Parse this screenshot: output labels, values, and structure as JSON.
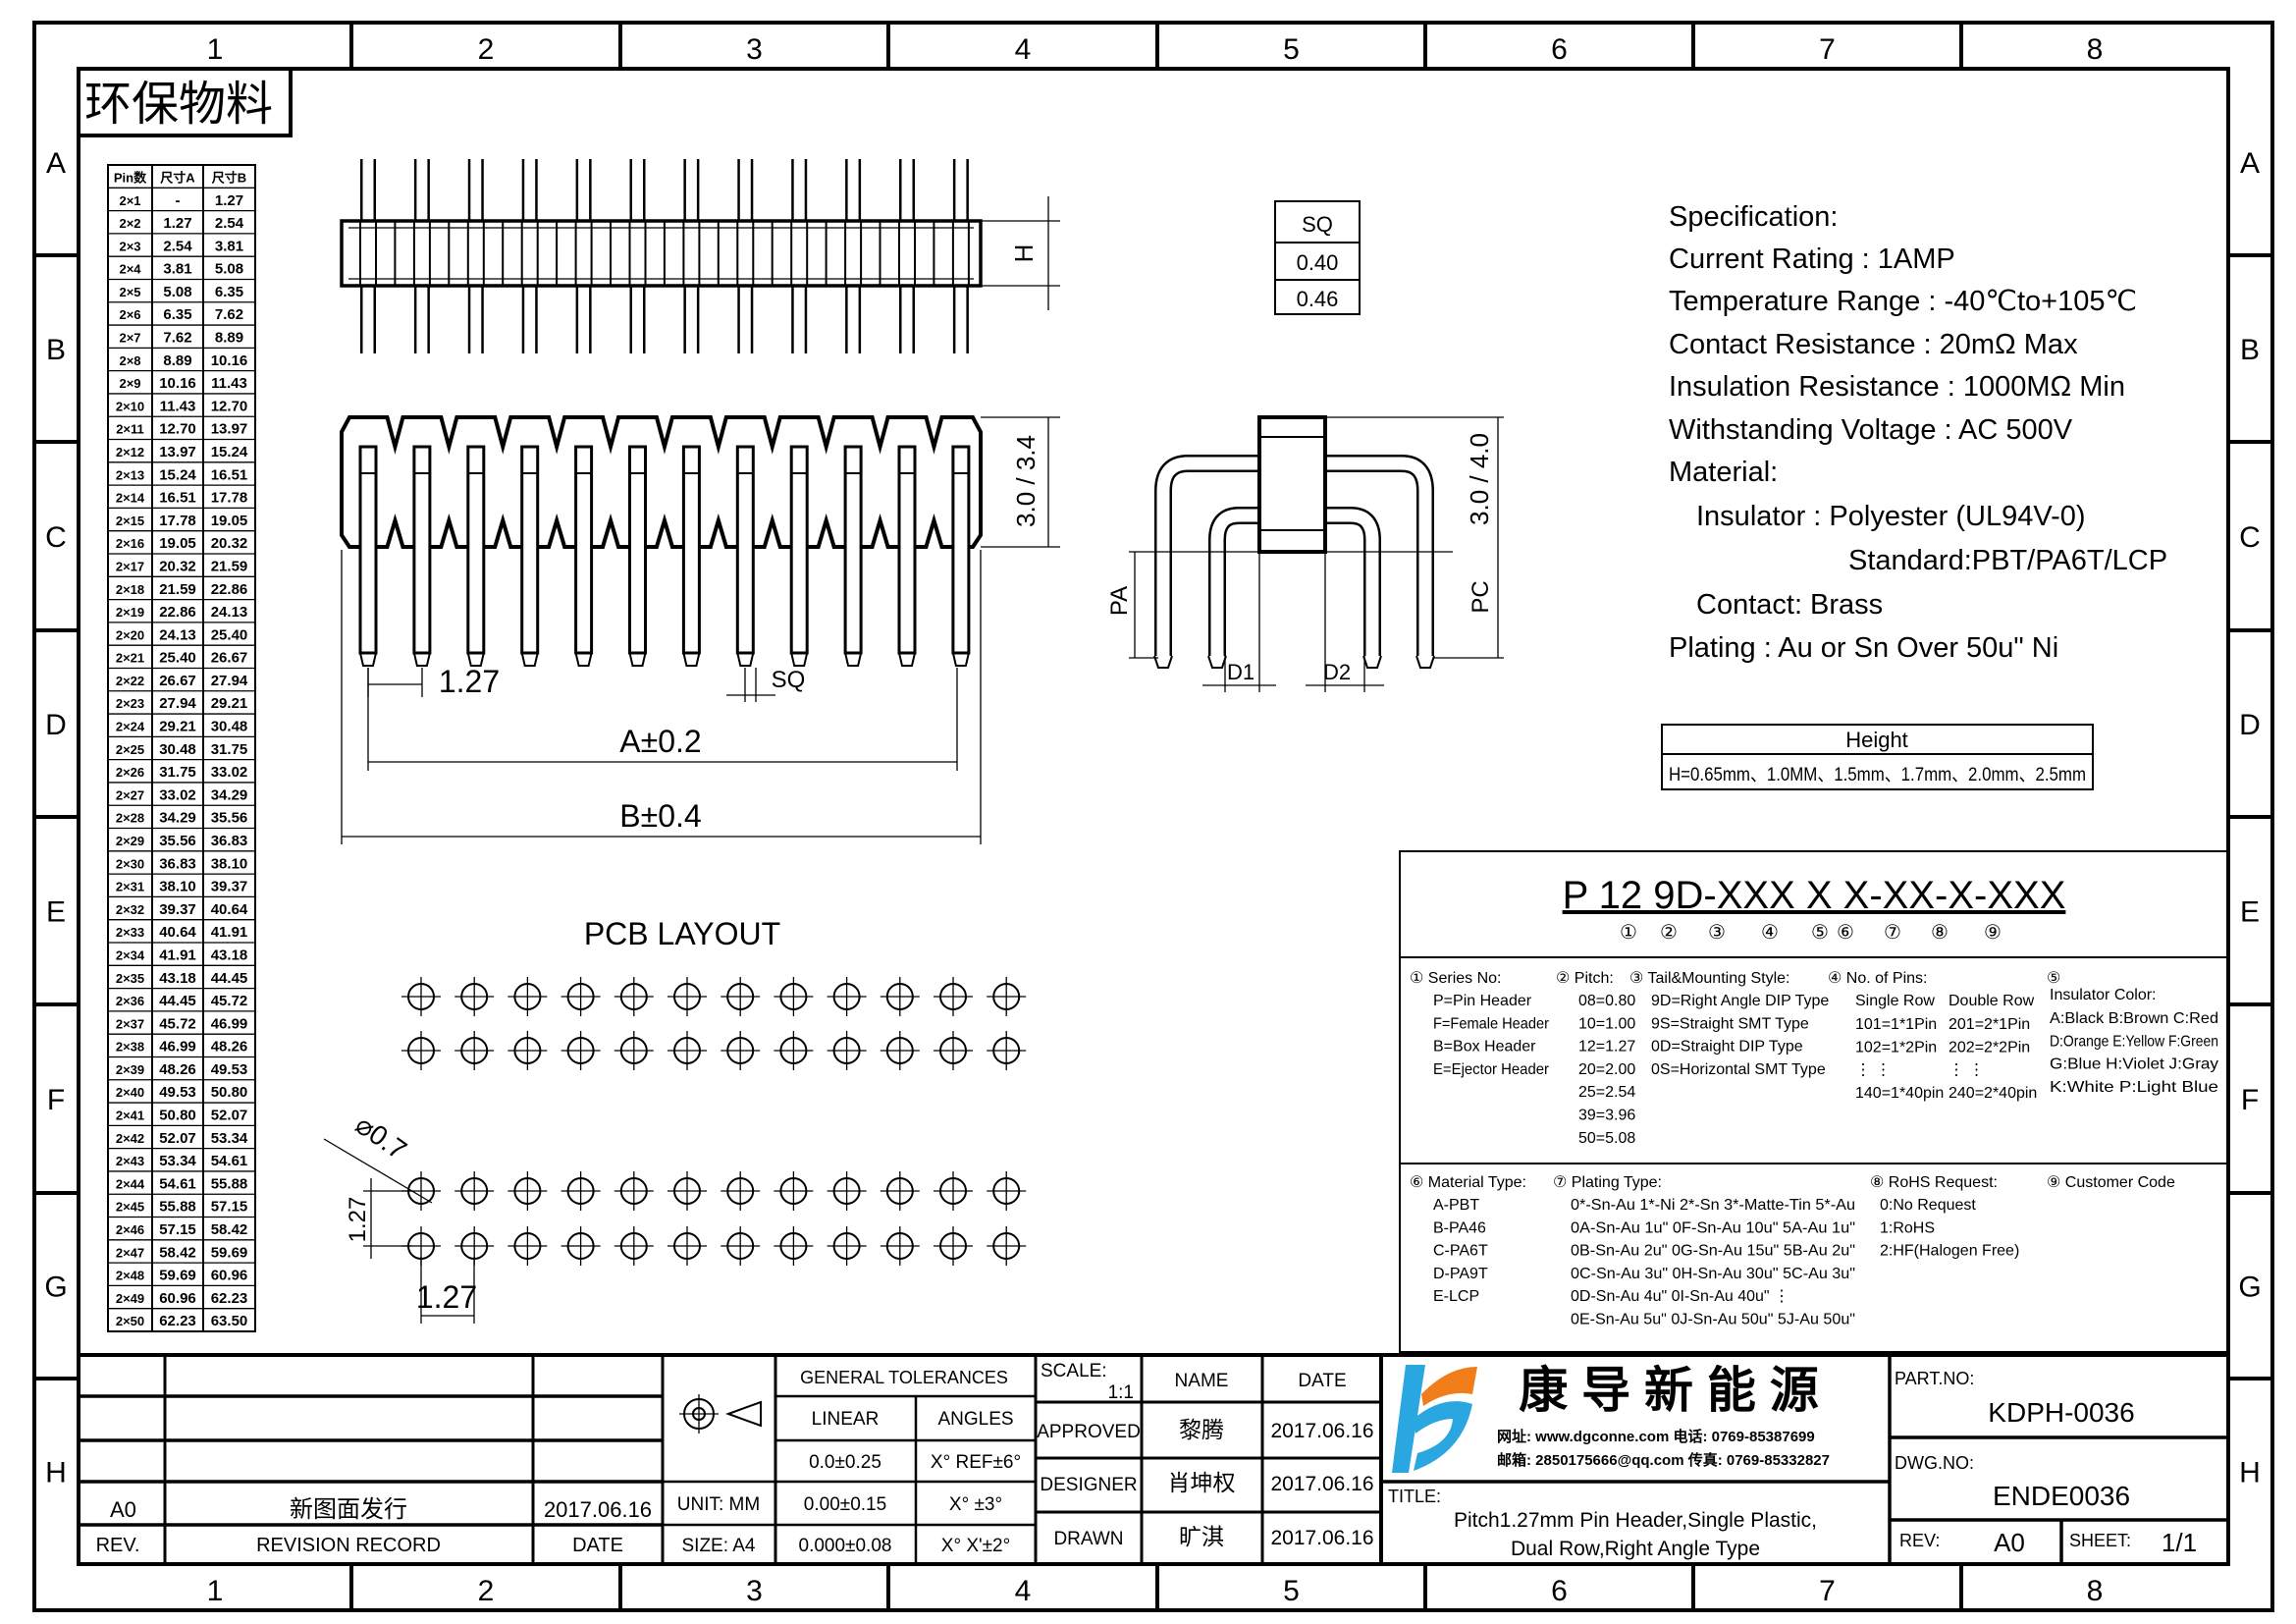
{
  "grid": {
    "columns": [
      "1",
      "2",
      "3",
      "4",
      "5",
      "6",
      "7",
      "8"
    ],
    "rows": [
      "A",
      "B",
      "C",
      "D",
      "E",
      "F",
      "G",
      "H"
    ]
  },
  "stamp": "环保物料",
  "dim_table": {
    "headers": [
      "Pin数",
      "尺寸A",
      "尺寸B"
    ],
    "rows": [
      [
        "2×1",
        "-",
        "1.27"
      ],
      [
        "2×2",
        "1.27",
        "2.54"
      ],
      [
        "2×3",
        "2.54",
        "3.81"
      ],
      [
        "2×4",
        "3.81",
        "5.08"
      ],
      [
        "2×5",
        "5.08",
        "6.35"
      ],
      [
        "2×6",
        "6.35",
        "7.62"
      ],
      [
        "2×7",
        "7.62",
        "8.89"
      ],
      [
        "2×8",
        "8.89",
        "10.16"
      ],
      [
        "2×9",
        "10.16",
        "11.43"
      ],
      [
        "2×10",
        "11.43",
        "12.70"
      ],
      [
        "2×11",
        "12.70",
        "13.97"
      ],
      [
        "2×12",
        "13.97",
        "15.24"
      ],
      [
        "2×13",
        "15.24",
        "16.51"
      ],
      [
        "2×14",
        "16.51",
        "17.78"
      ],
      [
        "2×15",
        "17.78",
        "19.05"
      ],
      [
        "2×16",
        "19.05",
        "20.32"
      ],
      [
        "2×17",
        "20.32",
        "21.59"
      ],
      [
        "2×18",
        "21.59",
        "22.86"
      ],
      [
        "2×19",
        "22.86",
        "24.13"
      ],
      [
        "2×20",
        "24.13",
        "25.40"
      ],
      [
        "2×21",
        "25.40",
        "26.67"
      ],
      [
        "2×22",
        "26.67",
        "27.94"
      ],
      [
        "2×23",
        "27.94",
        "29.21"
      ],
      [
        "2×24",
        "29.21",
        "30.48"
      ],
      [
        "2×25",
        "30.48",
        "31.75"
      ],
      [
        "2×26",
        "31.75",
        "33.02"
      ],
      [
        "2×27",
        "33.02",
        "34.29"
      ],
      [
        "2×28",
        "34.29",
        "35.56"
      ],
      [
        "2×29",
        "35.56",
        "36.83"
      ],
      [
        "2×30",
        "36.83",
        "38.10"
      ],
      [
        "2×31",
        "38.10",
        "39.37"
      ],
      [
        "2×32",
        "39.37",
        "40.64"
      ],
      [
        "2×33",
        "40.64",
        "41.91"
      ],
      [
        "2×34",
        "41.91",
        "43.18"
      ],
      [
        "2×35",
        "43.18",
        "44.45"
      ],
      [
        "2×36",
        "44.45",
        "45.72"
      ],
      [
        "2×37",
        "45.72",
        "46.99"
      ],
      [
        "2×38",
        "46.99",
        "48.26"
      ],
      [
        "2×39",
        "48.26",
        "49.53"
      ],
      [
        "2×40",
        "49.53",
        "50.80"
      ],
      [
        "2×41",
        "50.80",
        "52.07"
      ],
      [
        "2×42",
        "52.07",
        "53.34"
      ],
      [
        "2×43",
        "53.34",
        "54.61"
      ],
      [
        "2×44",
        "54.61",
        "55.88"
      ],
      [
        "2×45",
        "55.88",
        "57.15"
      ],
      [
        "2×46",
        "57.15",
        "58.42"
      ],
      [
        "2×47",
        "58.42",
        "59.69"
      ],
      [
        "2×48",
        "59.69",
        "60.96"
      ],
      [
        "2×49",
        "60.96",
        "62.23"
      ],
      [
        "2×50",
        "62.23",
        "63.50"
      ]
    ]
  },
  "sq_table": {
    "header": "SQ",
    "values": [
      "0.40",
      "0.46"
    ]
  },
  "dims": {
    "h": "H",
    "front_height": "3.0 / 3.4",
    "pitch": "1.27",
    "sq": "SQ",
    "a": "A±0.2",
    "b": "B±0.4",
    "pa": "PA",
    "pc": "PC",
    "side_height": "3.0 / 4.0",
    "d1": "D1",
    "d2": "D2"
  },
  "pcb": {
    "title": "PCB LAYOUT",
    "hole_dia": "⌀0.7",
    "row_pitch": "1.27",
    "col_pitch": "1.27"
  },
  "spec": {
    "lines": [
      "Specification:",
      "Current Rating : 1AMP",
      "Temperature Range : -40℃to+105℃",
      "Contact Resistance : 20mΩ Max",
      "Insulation Resistance : 1000MΩ Min",
      "Withstanding Voltage : AC 500V",
      "Material:",
      "Insulator : Polyester (UL94V-0)",
      "Standard:PBT/PA6T/LCP",
      "Contact: Brass",
      "Plating : Au or Sn Over 50u\" Ni"
    ]
  },
  "height_box": {
    "header": "Height",
    "value": "H=0.65mm、1.0MM、1.5mm、1.7mm、2.0mm、2.5mm"
  },
  "part_code": {
    "code": "P 12 9D-XXX X X-XX-X-XXX",
    "markers": [
      "①",
      "②",
      "③",
      "④",
      "⑤",
      "⑥",
      "⑦",
      "⑧",
      "⑨"
    ],
    "series": {
      "title": "① Series No:",
      "items": [
        "P=Pin Header",
        "F=Female Header",
        "B=Box Header",
        "E=Ejector Header"
      ]
    },
    "pitch": {
      "title": "② Pitch:",
      "items": [
        "08=0.80",
        "10=1.00",
        "12=1.27",
        "20=2.00",
        "25=2.54",
        "39=3.96",
        "50=5.08"
      ]
    },
    "tail": {
      "title": "③ Tail&Mounting Style:",
      "items": [
        "9D=Right Angle DIP Type",
        "9S=Straight SMT Type",
        "0D=Straight DIP Type",
        "0S=Horizontal SMT Type"
      ]
    },
    "pins": {
      "title": "④ No. of Pins:",
      "single_header": "Single Row",
      "double_header": "Double Row",
      "single": [
        "101=1*1Pin",
        "102=1*2Pin",
        "⋮  ⋮",
        "140=1*40pin"
      ],
      "double": [
        "201=2*1Pin",
        "202=2*2Pin",
        "⋮  ⋮",
        "240=2*40pin"
      ]
    },
    "color": {
      "title": "⑤",
      "subtitle": "Insulator Color:",
      "items": [
        "A:Black  B:Brown  C:Red",
        "D:Orange E:Yellow F:Green",
        "G:Blue   H:Violet J:Gray",
        "K:White  P:Light Blue"
      ]
    },
    "material": {
      "title": "⑥ Material Type:",
      "items": [
        "A-PBT",
        "B-PA46",
        "C-PA6T",
        "D-PA9T",
        "E-LCP"
      ]
    },
    "plating": {
      "title": "⑦ Plating Type:",
      "items": [
        "0*-Sn-Au 1*-Ni 2*-Sn 3*-Matte-Tin 5*-Au",
        "0A-Sn-Au 1u\" 0F-Sn-Au 10u\"  5A-Au 1u\"",
        "0B-Sn-Au 2u\" 0G-Sn-Au 15u\"  5B-Au 2u\"",
        "0C-Sn-Au 3u\" 0H-Sn-Au 30u\"  5C-Au 3u\"",
        "0D-Sn-Au 4u\" 0I-Sn-Au 40u\"     ⋮",
        "0E-Sn-Au 5u\" 0J-Sn-Au 50u\"  5J-Au 50u\""
      ]
    },
    "rohs": {
      "title": "⑧ RoHS Request:",
      "items": [
        "0:No Request",
        "1:RoHS",
        "2:HF(Halogen Free)"
      ]
    },
    "customer": {
      "title": "⑨ Customer Code"
    }
  },
  "title_block": {
    "revisions": [
      {
        "rev": "A0",
        "record": "新图面发行",
        "date": "2017.06.16"
      }
    ],
    "rev_header": "REV.",
    "record_header": "REVISION RECORD",
    "date_header": "DATE",
    "unit": "UNIT: MM",
    "size": "SIZE: A4",
    "tolerances": {
      "title": "GENERAL TOLERANCES",
      "linear": "LINEAR",
      "angles": "ANGLES",
      "rows": [
        [
          "0.0±0.25",
          "X° REF±6°"
        ],
        [
          "0.00±0.15",
          "X° ±3°"
        ],
        [
          "0.000±0.08",
          "X° X'±2°"
        ]
      ]
    },
    "scale_label": "SCALE:",
    "scale": "1:1",
    "name_header": "NAME",
    "date_col_header": "DATE",
    "signoff": [
      {
        "role": "APPROVED",
        "name": "黎腾",
        "date": "2017.06.16"
      },
      {
        "role": "DESIGNER",
        "name": "肖坤权",
        "date": "2017.06.16"
      },
      {
        "role": "DRAWN",
        "name": "旷淇",
        "date": "2017.06.16"
      }
    ],
    "company": "康 导 新 能 源",
    "contact1": "网址: www.dgconne.com   电话: 0769-85387699",
    "contact2": "邮箱: 2850175666@qq.com 传真: 0769-85332827",
    "title_label": "TITLE:",
    "title_line1": "Pitch1.27mm Pin Header,Single Plastic,",
    "title_line2": "Dual Row,Right Angle Type",
    "part_no_label": "PART.NO:",
    "part_no": "KDPH-0036",
    "dwg_no_label": "DWG.NO:",
    "dwg_no": "ENDE0036",
    "rev_label": "REV:",
    "rev": "A0",
    "sheet_label": "SHEET:",
    "sheet": "1/1",
    "logo_colors": {
      "blue": "#2aa7e0",
      "orange": "#f07d1a"
    }
  }
}
